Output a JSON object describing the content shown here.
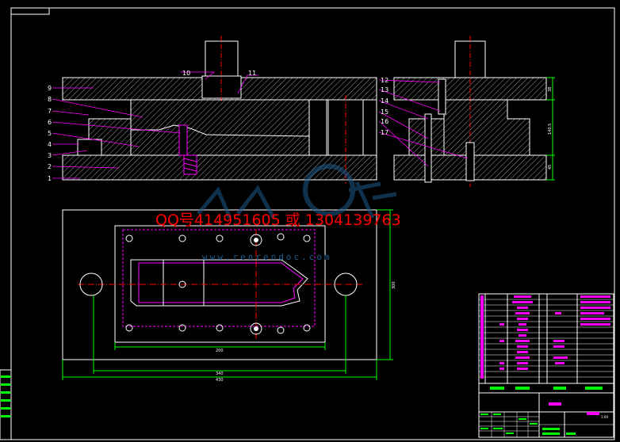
{
  "watermark": {
    "contact": "QQ号414951605 或 1304139763",
    "site": "www.renrendoc.com"
  },
  "callouts": [
    "1",
    "2",
    "3",
    "4",
    "5",
    "6",
    "7",
    "8",
    "9",
    "10",
    "11",
    "12",
    "13",
    "14",
    "15",
    "16",
    "17"
  ],
  "dimensions": {
    "plan_inner_width": "200",
    "plan_mid_width": "340",
    "plan_outer_width": "430",
    "plan_height": "300",
    "side_top": "38",
    "side_total": "140.5",
    "side_bottom": "45"
  },
  "title_block": {
    "scale_note": "1:00"
  },
  "colors": {
    "background": "#000000",
    "outline": "#ffffff",
    "leader": "#ff00ff",
    "centerline": "#ff0000",
    "dimension": "#00ff00",
    "hatch": "#bbbbbb"
  }
}
